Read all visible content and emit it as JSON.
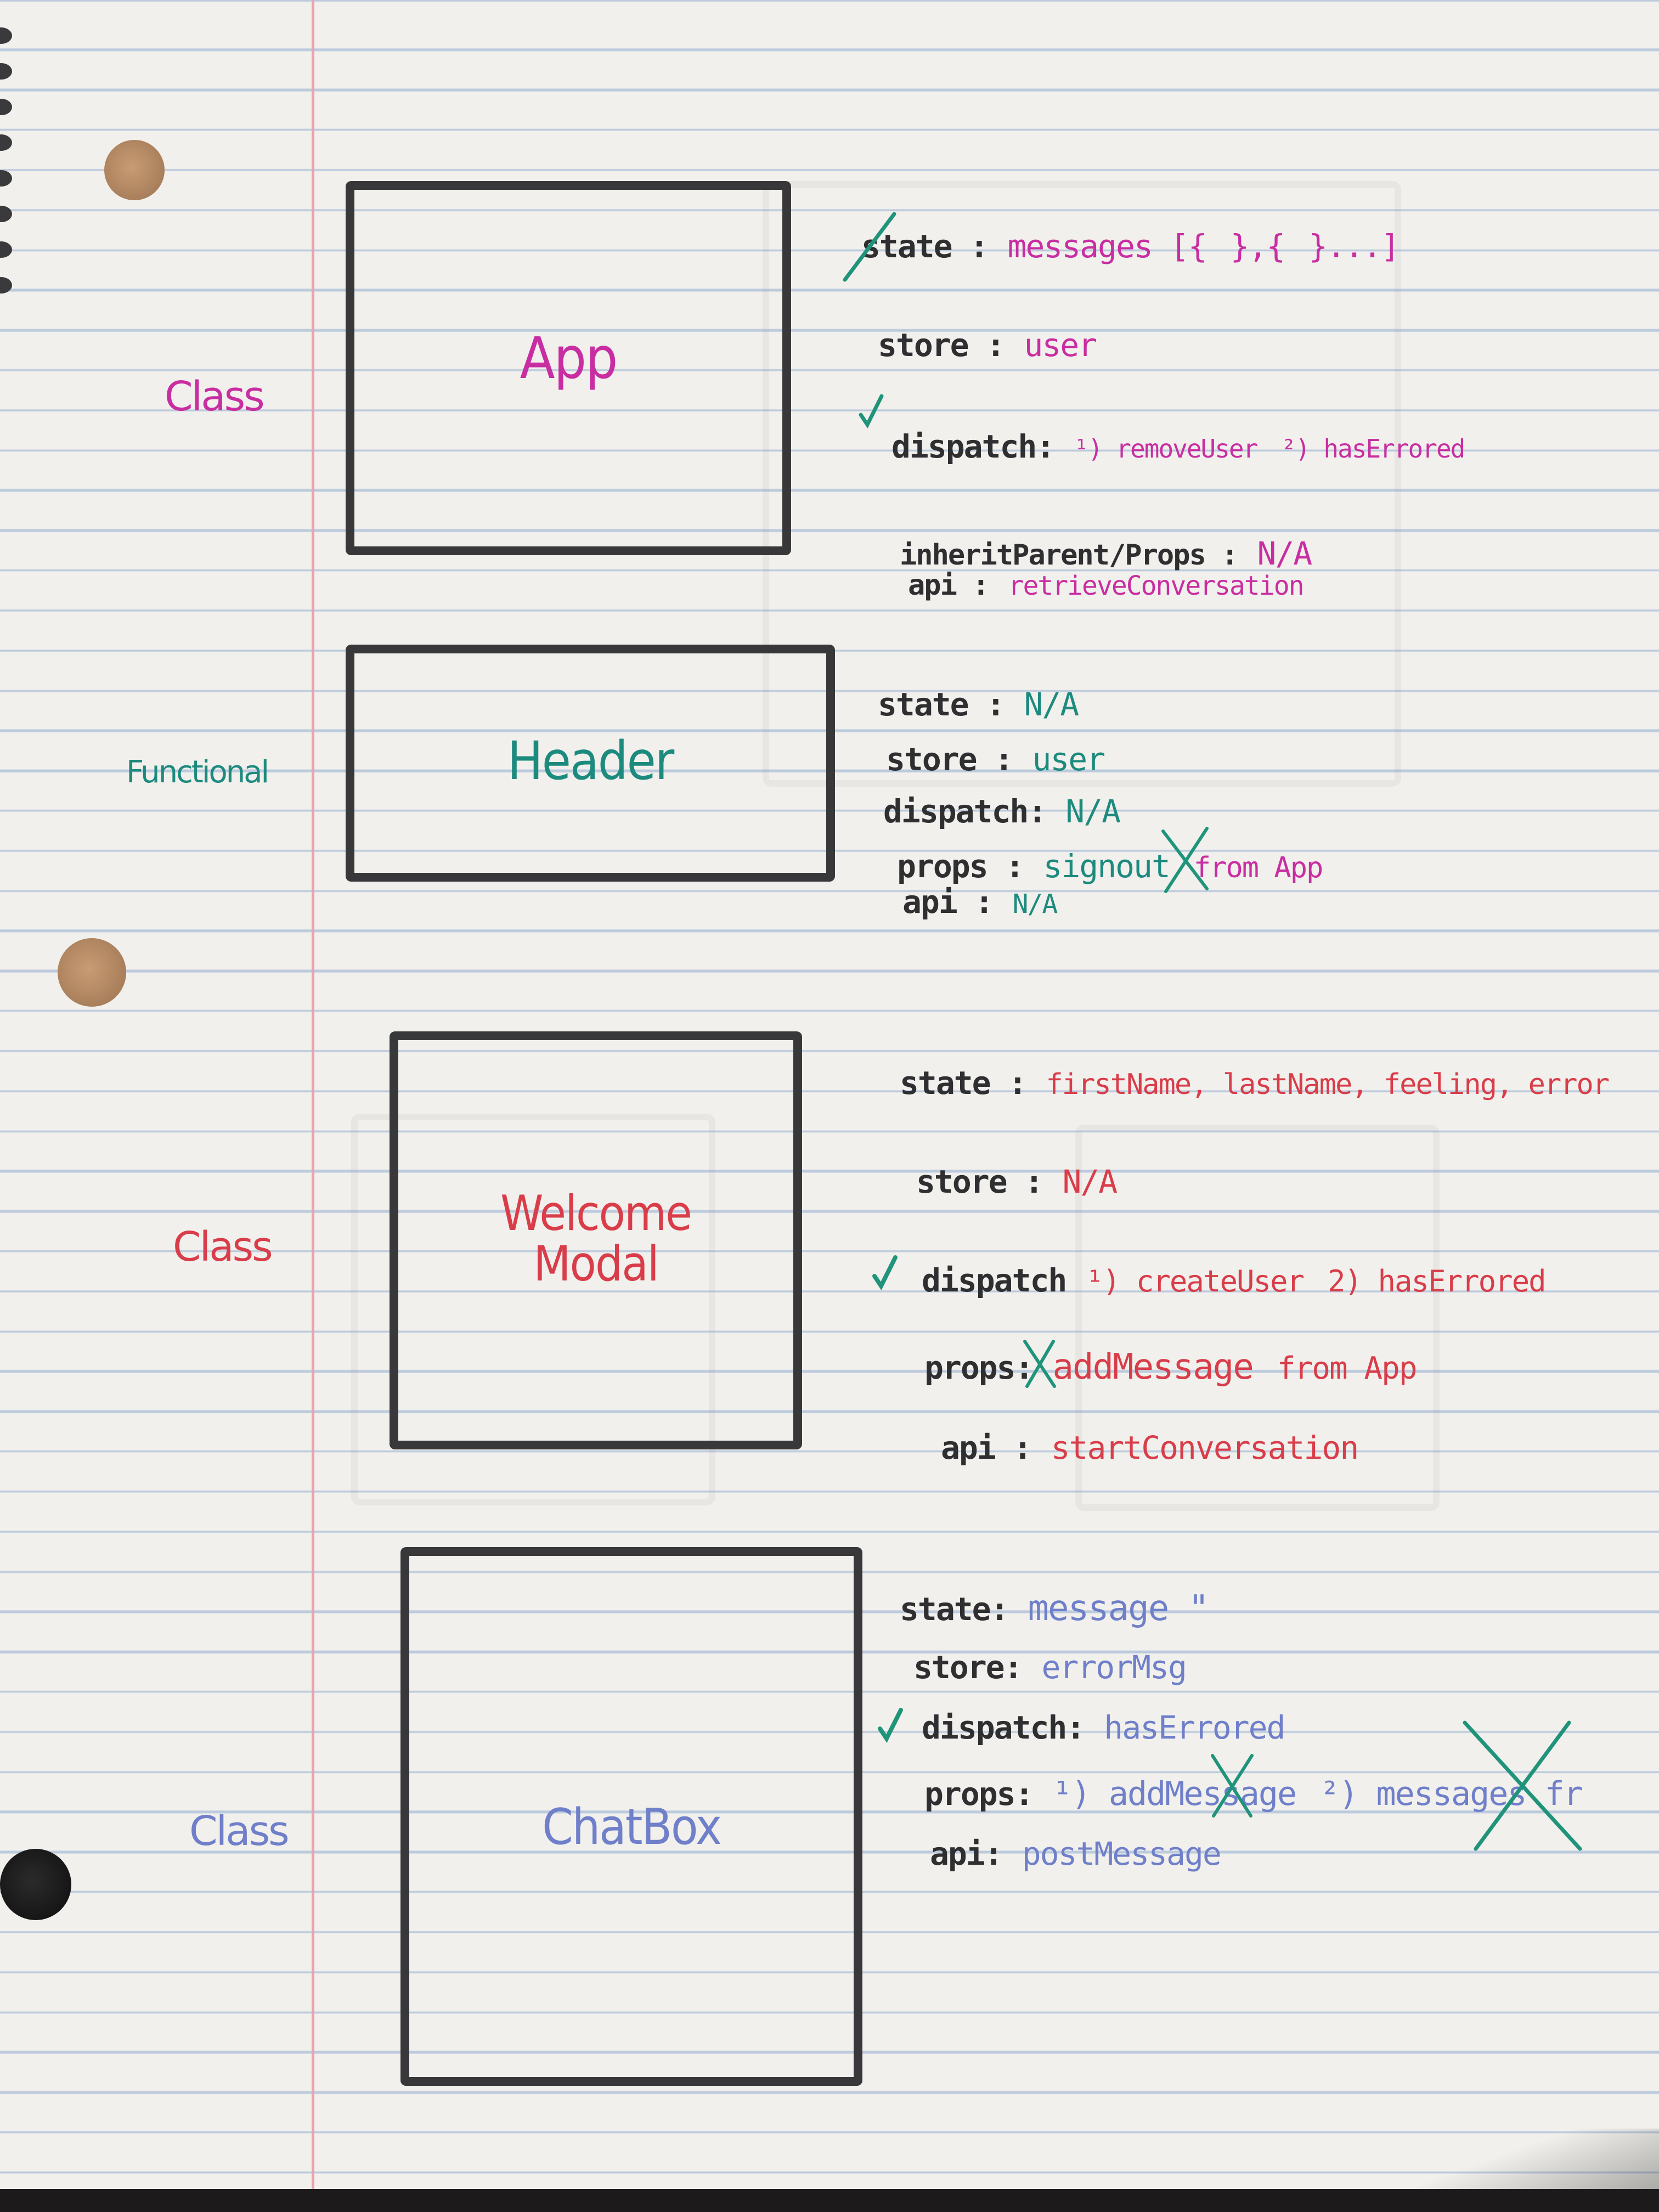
{
  "components": [
    {
      "name": "App",
      "kind": "Class",
      "color": "#c82ea1",
      "props": [
        {
          "key": "state :",
          "values": [
            "messages [{",
            "},{",
            "}...]"
          ],
          "crossed_key": true
        },
        {
          "key": "store :",
          "values": [
            "user"
          ]
        },
        {
          "key": "dispatch:",
          "values": [
            "¹) removeUser",
            "²) hasErrored"
          ],
          "checked": true
        },
        {
          "key": "inheritParent/Props :",
          "values": [
            "N/A"
          ]
        },
        {
          "key": "api :",
          "values": [
            "retrieveConversation"
          ]
        }
      ]
    },
    {
      "name": "Header",
      "kind": "Functional",
      "color": "#1d8a7e",
      "props": [
        {
          "key": "state :",
          "values": [
            "N/A"
          ]
        },
        {
          "key": "store :",
          "values": [
            "user"
          ]
        },
        {
          "key": "dispatch:",
          "values": [
            "N/A"
          ]
        },
        {
          "key": "props :",
          "values": [
            "signout",
            "from App"
          ]
        },
        {
          "key": "api :",
          "values": [
            "N/A"
          ]
        }
      ]
    },
    {
      "name": "Welcome Modal",
      "kind": "Class",
      "color": "#d93d4a",
      "props": [
        {
          "key": "state :",
          "values": [
            "firstName, lastName, feeling, error"
          ]
        },
        {
          "key": "store :",
          "values": [
            "N/A"
          ]
        },
        {
          "key": "dispatch",
          "values": [
            "¹) createUser",
            "2) hasErrored"
          ],
          "checked": true
        },
        {
          "key": "props:",
          "values": [
            "addMessage",
            "from App"
          ]
        },
        {
          "key": "api :",
          "values": [
            "startConversation"
          ]
        }
      ]
    },
    {
      "name": "ChatBox",
      "kind": "Class",
      "color": "#6f7fc9",
      "props": [
        {
          "key": "state:",
          "values": [
            "message \""
          ]
        },
        {
          "key": "store:",
          "values": [
            "errorMsg"
          ]
        },
        {
          "key": "dispatch:",
          "values": [
            "hasErrored"
          ],
          "checked": true
        },
        {
          "key": "props:",
          "values": [
            "¹) addMessage",
            "²) messages fr"
          ]
        },
        {
          "key": "api:",
          "values": [
            "postMessage"
          ]
        }
      ]
    }
  ],
  "ink": {
    "black": "#2f2f31",
    "pink": "#c82ea1",
    "teal": "#1d8a7e",
    "red": "#d93d4a",
    "blue": "#6f7fc9",
    "check": "#20947a"
  }
}
